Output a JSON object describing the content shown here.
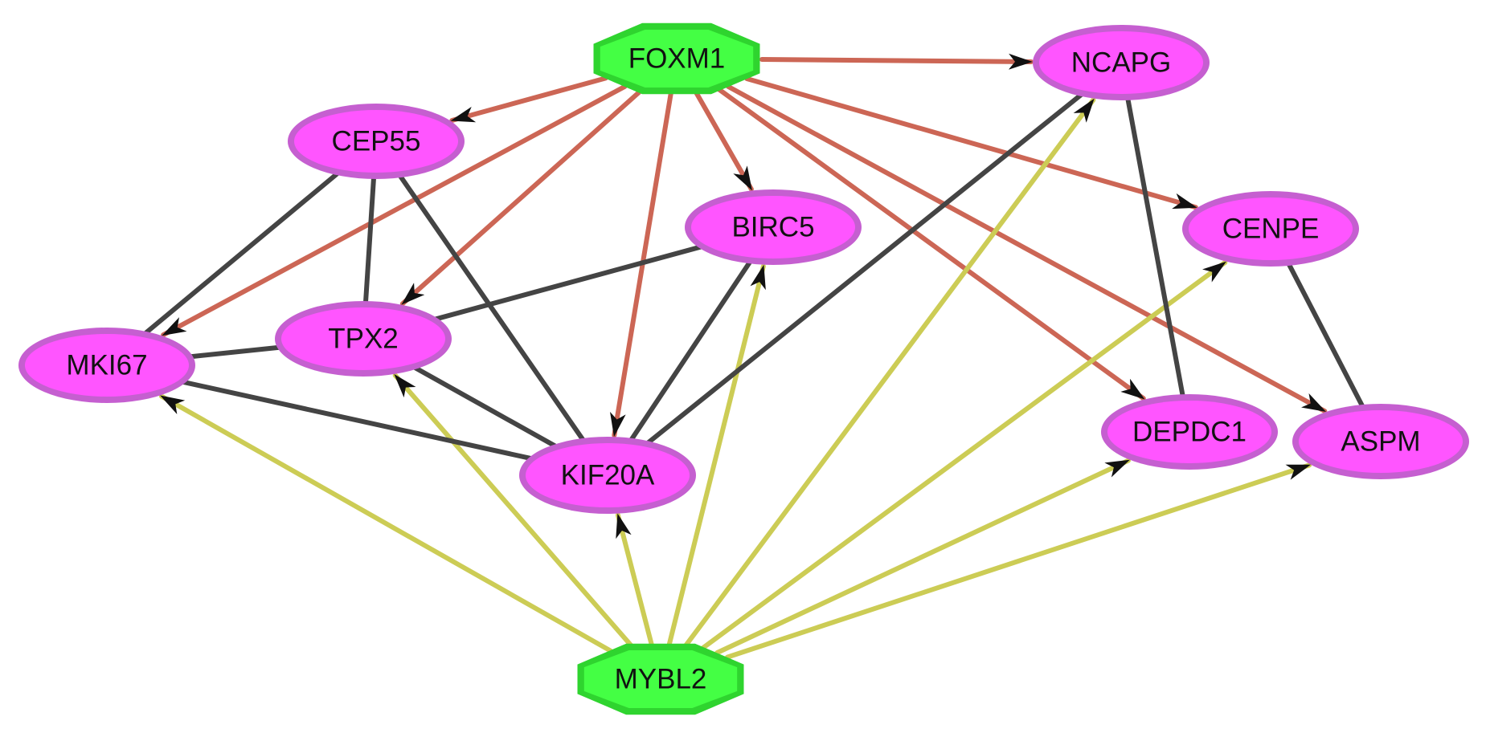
{
  "colors": {
    "regulator_fill": "#44ff44",
    "regulator_border": "#2fd42f",
    "target_fill": "#ff55ff",
    "target_border": "#c55fd0",
    "edge_foxm1": "#cc6655",
    "edge_mybl2": "#cccc55",
    "edge_interaction": "#444444",
    "arrowhead": "#111111"
  },
  "nodes": [
    {
      "id": "FOXM1",
      "label": "FOXM1",
      "shape": "octagon"
    },
    {
      "id": "MYBL2",
      "label": "MYBL2",
      "shape": "octagon"
    },
    {
      "id": "NCAPG",
      "label": "NCAPG",
      "shape": "ellipse"
    },
    {
      "id": "CEP55",
      "label": "CEP55",
      "shape": "ellipse"
    },
    {
      "id": "BIRC5",
      "label": "BIRC5",
      "shape": "ellipse"
    },
    {
      "id": "CENPE",
      "label": "CENPE",
      "shape": "ellipse"
    },
    {
      "id": "MKI67",
      "label": "MKI67",
      "shape": "ellipse"
    },
    {
      "id": "TPX2",
      "label": "TPX2",
      "shape": "ellipse"
    },
    {
      "id": "KIF20A",
      "label": "KIF20A",
      "shape": "ellipse"
    },
    {
      "id": "DEPDC1",
      "label": "DEPDC1",
      "shape": "ellipse"
    },
    {
      "id": "ASPM",
      "label": "ASPM",
      "shape": "ellipse"
    }
  ],
  "edges": [
    {
      "source": "FOXM1",
      "target": "NCAPG",
      "kind": "foxm1",
      "directed": true
    },
    {
      "source": "FOXM1",
      "target": "CEP55",
      "kind": "foxm1",
      "directed": true
    },
    {
      "source": "FOXM1",
      "target": "BIRC5",
      "kind": "foxm1",
      "directed": true
    },
    {
      "source": "FOXM1",
      "target": "CENPE",
      "kind": "foxm1",
      "directed": true
    },
    {
      "source": "FOXM1",
      "target": "MKI67",
      "kind": "foxm1",
      "directed": true
    },
    {
      "source": "FOXM1",
      "target": "TPX2",
      "kind": "foxm1",
      "directed": true
    },
    {
      "source": "FOXM1",
      "target": "KIF20A",
      "kind": "foxm1",
      "directed": true
    },
    {
      "source": "FOXM1",
      "target": "DEPDC1",
      "kind": "foxm1",
      "directed": true
    },
    {
      "source": "FOXM1",
      "target": "ASPM",
      "kind": "foxm1",
      "directed": true
    },
    {
      "source": "MYBL2",
      "target": "MKI67",
      "kind": "mybl2",
      "directed": true
    },
    {
      "source": "MYBL2",
      "target": "TPX2",
      "kind": "mybl2",
      "directed": true
    },
    {
      "source": "MYBL2",
      "target": "KIF20A",
      "kind": "mybl2",
      "directed": true
    },
    {
      "source": "MYBL2",
      "target": "BIRC5",
      "kind": "mybl2",
      "directed": true
    },
    {
      "source": "MYBL2",
      "target": "NCAPG",
      "kind": "mybl2",
      "directed": true
    },
    {
      "source": "MYBL2",
      "target": "CENPE",
      "kind": "mybl2",
      "directed": true
    },
    {
      "source": "MYBL2",
      "target": "DEPDC1",
      "kind": "mybl2",
      "directed": true
    },
    {
      "source": "MYBL2",
      "target": "ASPM",
      "kind": "mybl2",
      "directed": true
    },
    {
      "source": "CEP55",
      "target": "MKI67",
      "kind": "interaction",
      "directed": false
    },
    {
      "source": "CEP55",
      "target": "TPX2",
      "kind": "interaction",
      "directed": false
    },
    {
      "source": "CEP55",
      "target": "KIF20A",
      "kind": "interaction",
      "directed": false
    },
    {
      "source": "MKI67",
      "target": "TPX2",
      "kind": "interaction",
      "directed": false
    },
    {
      "source": "MKI67",
      "target": "KIF20A",
      "kind": "interaction",
      "directed": false
    },
    {
      "source": "TPX2",
      "target": "BIRC5",
      "kind": "interaction",
      "directed": false
    },
    {
      "source": "TPX2",
      "target": "KIF20A",
      "kind": "interaction",
      "directed": false
    },
    {
      "source": "BIRC5",
      "target": "KIF20A",
      "kind": "interaction",
      "directed": false
    },
    {
      "source": "NCAPG",
      "target": "KIF20A",
      "kind": "interaction",
      "directed": false
    },
    {
      "source": "NCAPG",
      "target": "DEPDC1",
      "kind": "interaction",
      "directed": false
    },
    {
      "source": "CENPE",
      "target": "ASPM",
      "kind": "interaction",
      "directed": false
    }
  ]
}
